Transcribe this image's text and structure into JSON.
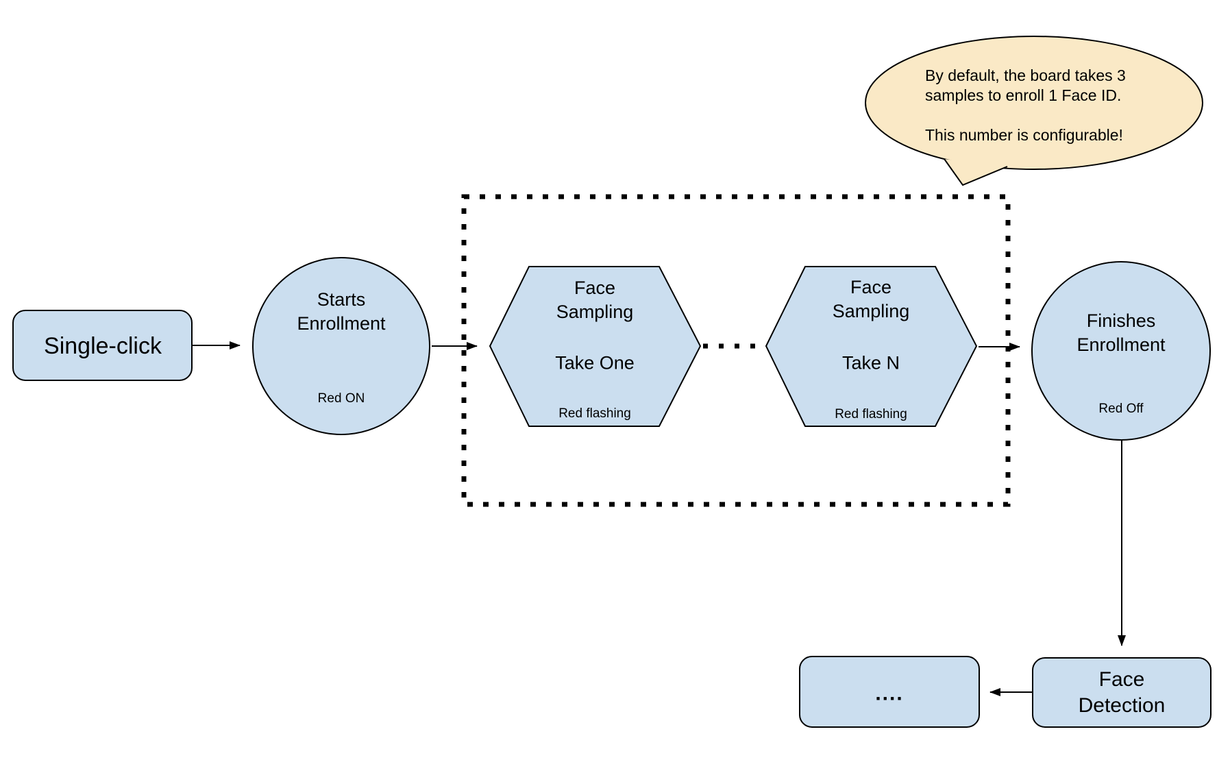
{
  "colors": {
    "shape_fill": "#CBDEEF",
    "bubble_fill": "#FAE9C6",
    "stroke": "#000000",
    "background": "#FFFFFF"
  },
  "nodes": {
    "single_click": {
      "label": "Single-click"
    },
    "starts_enrollment": {
      "line1": "Starts",
      "line2": "Enrollment",
      "status": "Red ON"
    },
    "face_sampling_take_one": {
      "line1": "Face",
      "line2": "Sampling",
      "line3": "Take One",
      "status": "Red flashing"
    },
    "face_sampling_take_n": {
      "line1": "Face",
      "line2": "Sampling",
      "line3": "Take N",
      "status": "Red flashing"
    },
    "finishes_enrollment": {
      "line1": "Finishes",
      "line2": "Enrollment",
      "status": "Red Off"
    },
    "face_detection": {
      "line1": "Face",
      "line2": "Detection"
    },
    "continuation": {
      "label": "...."
    }
  },
  "callout": {
    "line1": "By default, the board takes 3",
    "line2": "samples to enroll 1 Face ID.",
    "line3": "This number is configurable!"
  }
}
